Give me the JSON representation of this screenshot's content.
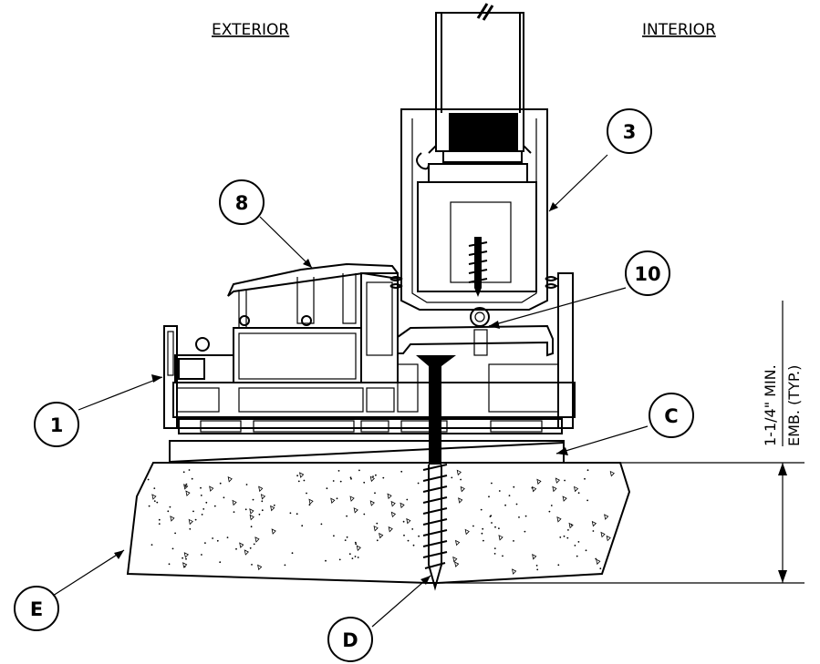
{
  "headers": {
    "exterior": "EXTERIOR",
    "interior": "INTERIOR"
  },
  "callouts": {
    "c1": "1",
    "c3": "3",
    "c8": "8",
    "c10": "10",
    "cC": "C",
    "cD": "D",
    "cE": "E"
  },
  "dimension": {
    "line1": "1-1/4\" MIN.",
    "line2": "EMB. (TYP.)"
  }
}
